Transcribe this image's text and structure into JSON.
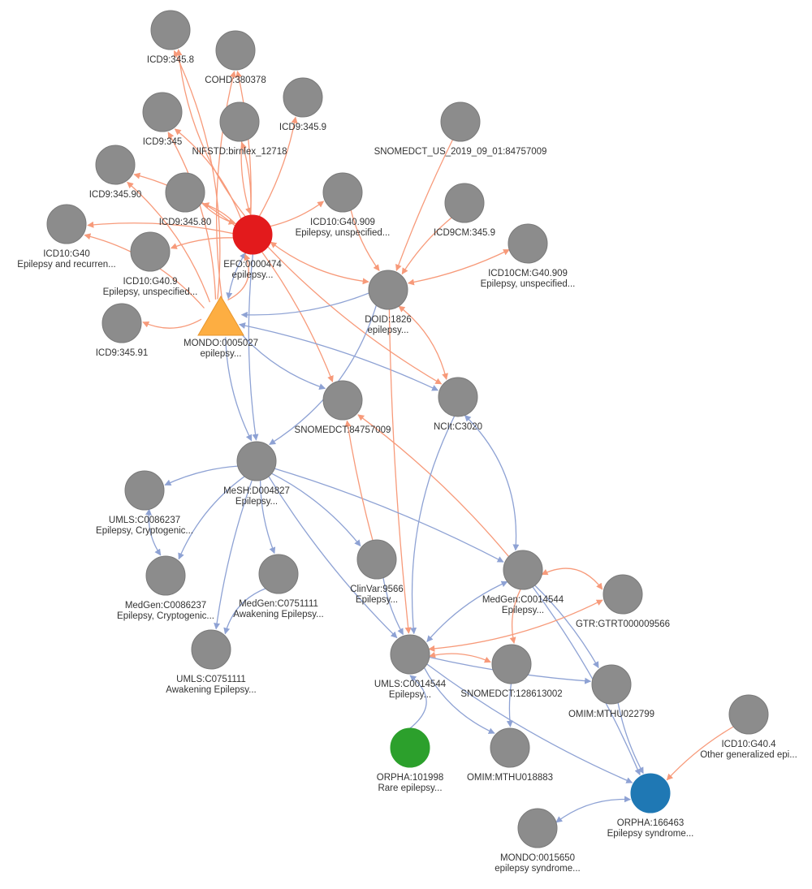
{
  "colors": {
    "background": "#ffffff",
    "node_default": "#8c8c8c",
    "node_default_stroke": "#7a7a7a",
    "edge_blue": "#8ea2d4",
    "edge_orange": "#f79a7a",
    "label_text": "#333333"
  },
  "nodes": [
    {
      "id": "icd9_3458",
      "lines": [
        "ICD9:345.8"
      ],
      "shape": "circle",
      "color": "#8c8c8c"
    },
    {
      "id": "cohd",
      "lines": [
        "COHD:380378"
      ],
      "shape": "circle",
      "color": "#8c8c8c"
    },
    {
      "id": "icd9_345",
      "lines": [
        "ICD9:345"
      ],
      "shape": "circle",
      "color": "#8c8c8c"
    },
    {
      "id": "nifstd",
      "lines": [
        "NIFSTD:birnlex_12718"
      ],
      "shape": "circle",
      "color": "#8c8c8c"
    },
    {
      "id": "icd9_3459",
      "lines": [
        "ICD9:345.9"
      ],
      "shape": "circle",
      "color": "#8c8c8c"
    },
    {
      "id": "snomed_us",
      "lines": [
        "SNOMEDCT_US_2019_09_01:84757009"
      ],
      "shape": "circle",
      "color": "#8c8c8c"
    },
    {
      "id": "icd9_34590",
      "lines": [
        "ICD9:345.90"
      ],
      "shape": "circle",
      "color": "#8c8c8c"
    },
    {
      "id": "icd9_34580",
      "lines": [
        "ICD9:345.80"
      ],
      "shape": "circle",
      "color": "#8c8c8c"
    },
    {
      "id": "efo",
      "lines": [
        "EFO:0000474",
        "epilepsy..."
      ],
      "shape": "circle",
      "color": "#e31a1c"
    },
    {
      "id": "icd10_g40909",
      "lines": [
        "ICD10:G40.909",
        "Epilepsy, unspecified..."
      ],
      "shape": "circle",
      "color": "#8c8c8c"
    },
    {
      "id": "icd9cm",
      "lines": [
        "ICD9CM:345.9"
      ],
      "shape": "circle",
      "color": "#8c8c8c"
    },
    {
      "id": "icd10_g40",
      "lines": [
        "ICD10:G40",
        "Epilepsy and recurren..."
      ],
      "shape": "circle",
      "color": "#8c8c8c"
    },
    {
      "id": "icd10_g409",
      "lines": [
        "ICD10:G40.9",
        "Epilepsy, unspecified..."
      ],
      "shape": "circle",
      "color": "#8c8c8c"
    },
    {
      "id": "icd10cm",
      "lines": [
        "ICD10CM:G40.909",
        "Epilepsy, unspecified..."
      ],
      "shape": "circle",
      "color": "#8c8c8c"
    },
    {
      "id": "doid",
      "lines": [
        "DOID:1826",
        "epilepsy..."
      ],
      "shape": "circle",
      "color": "#8c8c8c"
    },
    {
      "id": "icd9_34591",
      "lines": [
        "ICD9:345.91"
      ],
      "shape": "circle",
      "color": "#8c8c8c"
    },
    {
      "id": "mondo5027",
      "lines": [
        "MONDO:0005027",
        "epilepsy..."
      ],
      "shape": "triangle",
      "color": "#fdae42"
    },
    {
      "id": "snomed_847",
      "lines": [
        "SNOMEDCT:84757009"
      ],
      "shape": "circle",
      "color": "#8c8c8c"
    },
    {
      "id": "ncit",
      "lines": [
        "NCIt:C3020"
      ],
      "shape": "circle",
      "color": "#8c8c8c"
    },
    {
      "id": "mesh",
      "lines": [
        "MeSH:D004827",
        "Epilepsy..."
      ],
      "shape": "circle",
      "color": "#8c8c8c"
    },
    {
      "id": "umls_c0086237",
      "lines": [
        "UMLS:C0086237",
        "Epilepsy, Cryptogenic..."
      ],
      "shape": "circle",
      "color": "#8c8c8c"
    },
    {
      "id": "medgen_c0086237",
      "lines": [
        "MedGen:C0086237",
        "Epilepsy, Cryptogenic..."
      ],
      "shape": "circle",
      "color": "#8c8c8c"
    },
    {
      "id": "medgen_c0751111",
      "lines": [
        "MedGen:C0751111",
        "Awakening Epilepsy..."
      ],
      "shape": "circle",
      "color": "#8c8c8c"
    },
    {
      "id": "clinvar",
      "lines": [
        "ClinVar:9566",
        "Epilepsy..."
      ],
      "shape": "circle",
      "color": "#8c8c8c"
    },
    {
      "id": "medgen_c0014544",
      "lines": [
        "MedGen:C0014544",
        "Epilepsy..."
      ],
      "shape": "circle",
      "color": "#8c8c8c"
    },
    {
      "id": "gtr",
      "lines": [
        "GTR:GTRT000009566"
      ],
      "shape": "circle",
      "color": "#8c8c8c"
    },
    {
      "id": "umls_c0751111",
      "lines": [
        "UMLS:C0751111",
        "Awakening Epilepsy..."
      ],
      "shape": "circle",
      "color": "#8c8c8c"
    },
    {
      "id": "umls_c0014544",
      "lines": [
        "UMLS:C0014544",
        "Epilepsy..."
      ],
      "shape": "circle",
      "color": "#8c8c8c"
    },
    {
      "id": "snomed_128",
      "lines": [
        "SNOMEDCT:128613002"
      ],
      "shape": "circle",
      "color": "#8c8c8c"
    },
    {
      "id": "omim_022799",
      "lines": [
        "OMIM:MTHU022799"
      ],
      "shape": "circle",
      "color": "#8c8c8c"
    },
    {
      "id": "icd10_g404",
      "lines": [
        "ICD10:G40.4",
        "Other generalized epi..."
      ],
      "shape": "circle",
      "color": "#8c8c8c"
    },
    {
      "id": "orpha101998",
      "lines": [
        "ORPHA:101998",
        "Rare epilepsy..."
      ],
      "shape": "circle",
      "color": "#2ca02c"
    },
    {
      "id": "omim_018883",
      "lines": [
        "OMIM:MTHU018883"
      ],
      "shape": "circle",
      "color": "#8c8c8c"
    },
    {
      "id": "orpha166463",
      "lines": [
        "ORPHA:166463",
        "Epilepsy syndrome..."
      ],
      "shape": "circle",
      "color": "#1f78b4"
    },
    {
      "id": "mondo15650",
      "lines": [
        "MONDO:0015650",
        "epilepsy syndrome..."
      ],
      "shape": "circle",
      "color": "#8c8c8c"
    }
  ],
  "edges": [
    {
      "s": "efo",
      "t": "icd9_3458",
      "c": "o"
    },
    {
      "s": "efo",
      "t": "cohd",
      "c": "o"
    },
    {
      "s": "efo",
      "t": "icd9_345",
      "c": "o"
    },
    {
      "s": "efo",
      "t": "nifstd",
      "c": "o"
    },
    {
      "s": "efo",
      "t": "icd9_3459",
      "c": "o"
    },
    {
      "s": "efo",
      "t": "icd9_34580",
      "c": "o"
    },
    {
      "s": "efo",
      "t": "icd9_34590",
      "c": "o"
    },
    {
      "s": "efo",
      "t": "icd10_g40",
      "c": "o"
    },
    {
      "s": "efo",
      "t": "icd10_g409",
      "c": "o"
    },
    {
      "s": "efo",
      "t": "icd10_g40909",
      "c": "o"
    },
    {
      "s": "efo",
      "t": "snomed_847",
      "c": "o"
    },
    {
      "s": "efo",
      "t": "doid",
      "c": "o",
      "bi": true
    },
    {
      "s": "efo",
      "t": "ncit",
      "c": "o"
    },
    {
      "s": "efo",
      "t": "mondo5027",
      "c": "b",
      "bi": true
    },
    {
      "s": "mondo5027",
      "t": "icd9_3458",
      "c": "o"
    },
    {
      "s": "mondo5027",
      "t": "cohd",
      "c": "o"
    },
    {
      "s": "mondo5027",
      "t": "icd9_345",
      "c": "o"
    },
    {
      "s": "mondo5027",
      "t": "icd9_34590",
      "c": "o"
    },
    {
      "s": "mondo5027",
      "t": "icd10_g40",
      "c": "o"
    },
    {
      "s": "mondo5027",
      "t": "icd9_34591",
      "c": "o"
    },
    {
      "s": "mondo5027",
      "t": "efo",
      "c": "o"
    },
    {
      "s": "mondo5027",
      "t": "mesh",
      "c": "b"
    },
    {
      "s": "mondo5027",
      "t": "snomed_847",
      "c": "b"
    },
    {
      "s": "mondo5027",
      "t": "ncit",
      "c": "b",
      "bi": true
    },
    {
      "s": "doid",
      "t": "mondo5027",
      "c": "b"
    },
    {
      "s": "efo",
      "t": "mesh",
      "c": "b"
    },
    {
      "s": "nifstd",
      "t": "efo",
      "c": "o"
    },
    {
      "s": "icd9_34580",
      "t": "efo",
      "c": "o"
    },
    {
      "s": "icd10_g40909",
      "t": "doid",
      "c": "o"
    },
    {
      "s": "snomed_us",
      "t": "doid",
      "c": "o"
    },
    {
      "s": "icd9cm",
      "t": "doid",
      "c": "o"
    },
    {
      "s": "icd10cm",
      "t": "doid",
      "c": "o",
      "bi": true
    },
    {
      "s": "doid",
      "t": "ncit",
      "c": "o",
      "bi": true
    },
    {
      "s": "doid",
      "t": "mesh",
      "c": "b"
    },
    {
      "s": "doid",
      "t": "umls_c0014544",
      "c": "o"
    },
    {
      "s": "mesh",
      "t": "umls_c0086237",
      "c": "b"
    },
    {
      "s": "mesh",
      "t": "medgen_c0086237",
      "c": "b"
    },
    {
      "s": "mesh",
      "t": "medgen_c0751111",
      "c": "b"
    },
    {
      "s": "mesh",
      "t": "umls_c0751111",
      "c": "b"
    },
    {
      "s": "mesh",
      "t": "clinvar",
      "c": "b"
    },
    {
      "s": "mesh",
      "t": "medgen_c0014544",
      "c": "b"
    },
    {
      "s": "mesh",
      "t": "umls_c0014544",
      "c": "b"
    },
    {
      "s": "umls_c0086237",
      "t": "medgen_c0086237",
      "c": "b",
      "bi": true
    },
    {
      "s": "medgen_c0751111",
      "t": "umls_c0751111",
      "c": "b"
    },
    {
      "s": "medgen_c0014544",
      "t": "snomed_847",
      "c": "o"
    },
    {
      "s": "medgen_c0014544",
      "t": "gtr",
      "c": "o",
      "bi": true
    },
    {
      "s": "medgen_c0014544",
      "t": "umls_c0014544",
      "c": "b",
      "bi": true
    },
    {
      "s": "medgen_c0014544",
      "t": "snomed_128",
      "c": "o"
    },
    {
      "s": "medgen_c0014544",
      "t": "omim_022799",
      "c": "b"
    },
    {
      "s": "medgen_c0014544",
      "t": "orpha166463",
      "c": "b"
    },
    {
      "s": "ncit",
      "t": "umls_c0014544",
      "c": "b"
    },
    {
      "s": "ncit",
      "t": "medgen_c0014544",
      "c": "b",
      "bi": true
    },
    {
      "s": "clinvar",
      "t": "umls_c0014544",
      "c": "b"
    },
    {
      "s": "clinvar",
      "t": "snomed_847",
      "c": "o"
    },
    {
      "s": "umls_c0014544",
      "t": "snomed_128",
      "c": "o",
      "bi": true
    },
    {
      "s": "umls_c0014544",
      "t": "gtr",
      "c": "o",
      "bi": true
    },
    {
      "s": "umls_c0014544",
      "t": "omim_022799",
      "c": "b"
    },
    {
      "s": "umls_c0014544",
      "t": "omim_018883",
      "c": "b"
    },
    {
      "s": "umls_c0014544",
      "t": "orpha166463",
      "c": "b"
    },
    {
      "s": "orpha101998",
      "t": "umls_c0014544",
      "c": "b"
    },
    {
      "s": "snomed_128",
      "t": "omim_018883",
      "c": "b"
    },
    {
      "s": "omim_022799",
      "t": "orpha166463",
      "c": "b"
    },
    {
      "s": "icd10_g404",
      "t": "orpha166463",
      "c": "o"
    },
    {
      "s": "mondo15650",
      "t": "orpha166463",
      "c": "b",
      "bi": true
    }
  ]
}
